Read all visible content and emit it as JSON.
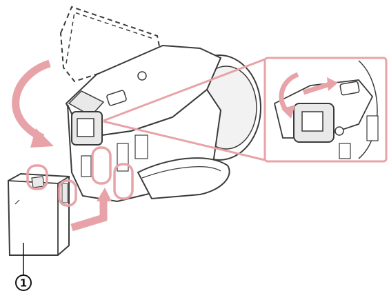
{
  "figure": {
    "callouts": [
      {
        "id": "battery",
        "label": "1"
      }
    ],
    "highlight_color": "#e8a3a8",
    "line_color": "#3a3a3a",
    "body_fill": "#ffffff",
    "shade_fill": "#e9e9e9",
    "arrow_fill": "#e8a3a8",
    "icons": [
      "camcorder-illustration",
      "battery-pack-illustration",
      "viewfinder-detail-inset",
      "insert-arrow",
      "rotate-arrow",
      "pull-viewfinder-arrow"
    ]
  }
}
